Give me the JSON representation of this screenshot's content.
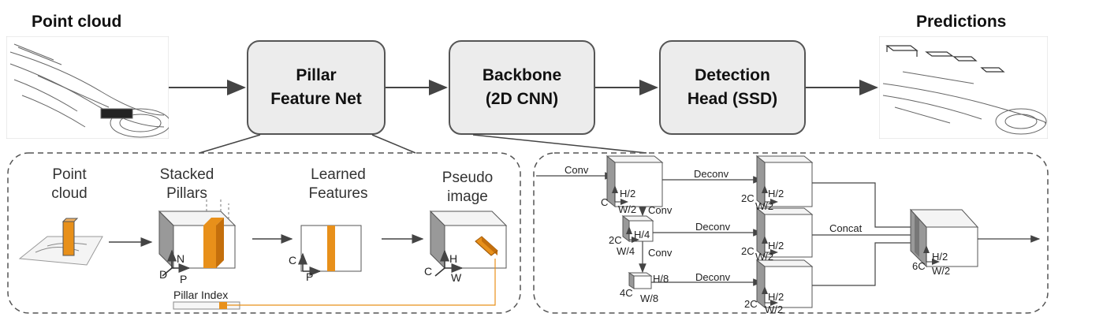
{
  "titles": {
    "point_cloud": "Point cloud",
    "predictions": "Predictions"
  },
  "stages": {
    "pfn": "Pillar\nFeature Net",
    "backbone": "Backbone\n(2D CNN)",
    "head": "Detection\nHead (SSD)"
  },
  "pfn_detail": {
    "point_cloud": "Point\ncloud",
    "stacked_pillars": "Stacked\nPillars",
    "learned_features": "Learned\nFeatures",
    "pseudo_image": "Pseudo\nimage",
    "axis_d": "D",
    "axis_p": "P",
    "axis_n": "N",
    "axis_c": "C",
    "axis_h": "H",
    "axis_w": "W",
    "pillar_index": "Pillar Index"
  },
  "backbone_detail": {
    "conv": "Conv",
    "deconv": "Deconv",
    "concat": "Concat",
    "c": "C",
    "h2": "H/2",
    "w2": "W/2",
    "c2": "2C",
    "h4": "H/4",
    "w4": "W/4",
    "c4": "4C",
    "h8": "H/8",
    "w8": "W/8",
    "c6": "6C"
  },
  "colors": {
    "pillar": "#e8901a",
    "stage_fill": "#ececec",
    "box_edge": "#555555"
  }
}
